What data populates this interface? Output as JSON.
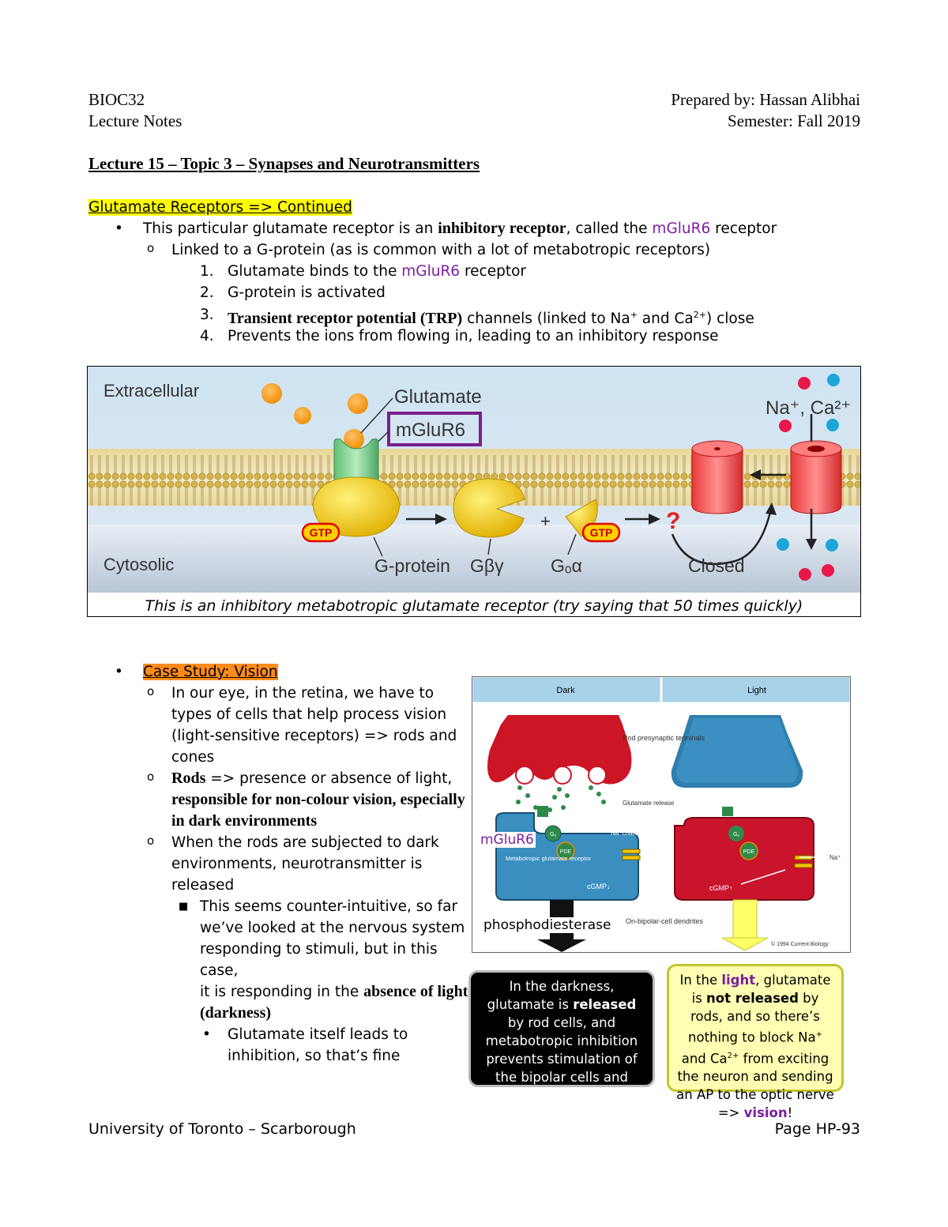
{
  "header": {
    "course": "BIOC32",
    "notes": "Lecture Notes",
    "prepared_by": "Prepared by: Hassan Alibhai",
    "semester": "Semester: Fall 2019"
  },
  "title": "Lecture 15 – Topic 3 – Synapses and Neurotransmitters",
  "section1": {
    "heading": "Glutamate Receptors => Continued",
    "bullet_pre": "This particular glutamate receptor is an ",
    "bullet_bold": "inhibitory receptor",
    "bullet_mid": ", called the ",
    "bullet_purple": "mGluR6",
    "bullet_post": " receptor",
    "sub": "Linked to a G-protein (as is common with a lot of metabotropic receptors)",
    "steps": {
      "s1_pre": "Glutamate binds to the ",
      "s1_purple": "mGluR6",
      "s1_post": " receptor",
      "s2": "G-protein is activated",
      "s3_bold": "Transient receptor potential (TRP)",
      "s3_post1": " channels (linked to Na",
      "s3_sup1": "+",
      "s3_post2": " and Ca",
      "s3_sup2": "2+",
      "s3_post3": ") close",
      "s4": "Prevents the ions from flowing in, leading to an inhibitory response"
    }
  },
  "figure1": {
    "extracellular": "Extracellular",
    "cytosolic": "Cytosolic",
    "glutamate": "Glutamate",
    "mglur6": "mGluR6",
    "gtp": "GTP",
    "g_protein": "G-protein",
    "gbg": "Gβγ",
    "goa": "Gₒα",
    "plus": "+",
    "question": "?",
    "closed": "Closed",
    "ions": "Na⁺, Ca²⁺",
    "caption": "This is an inhibitory metabotropic glutamate receptor (try saying that 50 times quickly)"
  },
  "section2": {
    "heading": "Case Study: Vision",
    "p1": "In our eye, in the retina, we have to types of cells that help process vision (light-sensitive receptors) => rods and cones",
    "p2_bold1": "Rods",
    "p2_mid": " => presence or absence of light, ",
    "p2_bold2": "responsible for non-colour vision, especially in dark environments",
    "p3": "When the rods are subjected to dark environments, neurotransmitter is released",
    "p4_pre": "This seems counter-intuitive, so far we’ve looked at the nervous system responding to stimuli, but in this case,",
    "p4_line2_pre": "it is responding in the ",
    "p4_bold": "absence of light (darkness)",
    "p5": "Glutamate itself leads to inhibition, so that’s fine"
  },
  "figure2": {
    "dark": "Dark",
    "light": "Light",
    "rod_terminals": "Rod presynaptic terminals",
    "glutamate_release": "Glutamate release",
    "mglur6": "mGluR6",
    "na_channel": "Na⁺channel",
    "metabotropic": "Metabotropic glutamate receptor",
    "go": "Gₒ",
    "pde": "PDE",
    "cgmp_down": "cGMP↓",
    "cgmp_up": "cGMP↑",
    "na_plus": "Na⁺",
    "phosphodiesterase": "phosphodiesterase",
    "on_bipolar": "On-bipolar-cell dendrites",
    "copyright": "© 1994 Current Biology",
    "callout_dark_1": "In the darkness, glutamate is ",
    "callout_dark_bold": "released",
    "callout_dark_2": " by rod cells, and metabotropic inhibition prevents stimulation of the bipolar cells and nothing sent to optic nerve",
    "callout_light_1": "In the ",
    "callout_light_purple1": "light",
    "callout_light_2": ", glutamate is ",
    "callout_light_bold": "not released",
    "callout_light_3": " by rods, and so there’s nothing to block Na",
    "callout_light_sup1": "+",
    "callout_light_4": " and Ca",
    "callout_light_sup2": "2+",
    "callout_light_5": " from exciting the neuron and sending an AP to the optic nerve => ",
    "callout_light_purple2": "vision",
    "callout_light_6": "!"
  },
  "footer": {
    "university": "University of Toronto – Scarborough",
    "page": "Page HP-93"
  }
}
